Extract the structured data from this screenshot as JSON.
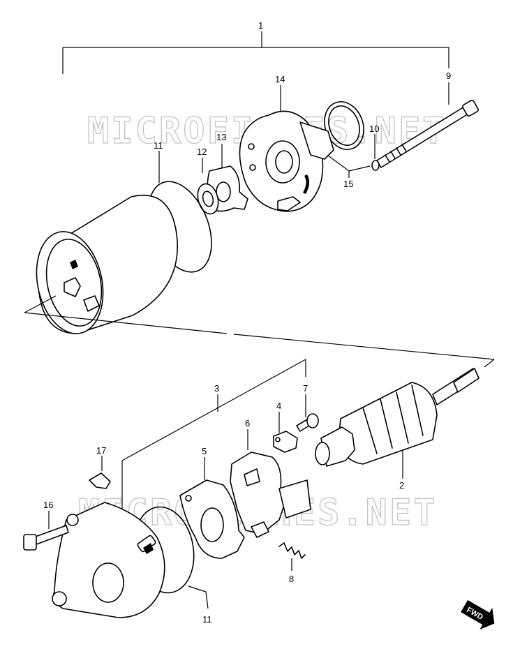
{
  "watermark": "MICROFICHES.NET",
  "fwd_label": "FWD",
  "callouts": {
    "c1": "1",
    "c2": "2",
    "c3": "3",
    "c4": "4",
    "c5": "5",
    "c6": "6",
    "c7": "7",
    "c8": "8",
    "c9": "9",
    "c10": "10",
    "c11_top": "11",
    "c11_bottom": "11",
    "c12": "12",
    "c13": "13",
    "c14": "14",
    "c15": "15",
    "c16": "16",
    "c17": "17"
  }
}
